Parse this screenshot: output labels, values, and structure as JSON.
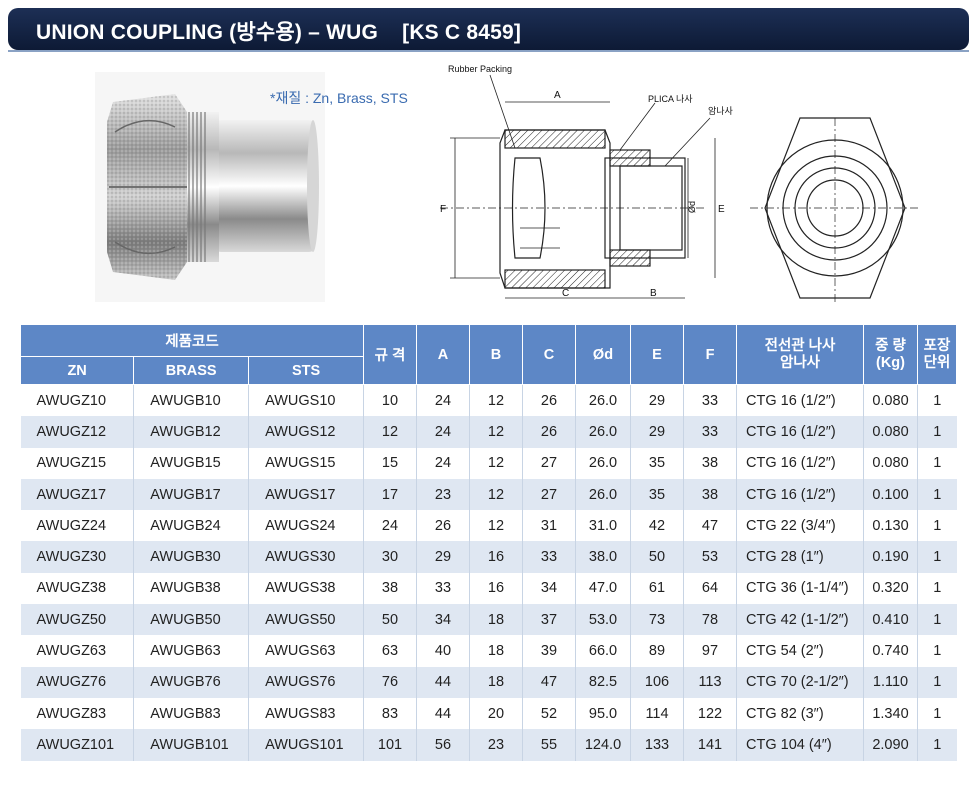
{
  "header": {
    "title": "UNION COUPLING (방수용) – WUG    [KS C 8459]"
  },
  "material": "*재질 : Zn, Brass, STS",
  "drawing": {
    "rubber_packing": "Rubber Packing",
    "plica": "PLICA 나사",
    "male": "암나사",
    "dims": {
      "A": "A",
      "B": "B",
      "C": "C",
      "F": "F",
      "E": "E",
      "d": "Ød"
    }
  },
  "table": {
    "group_header": "제품코드",
    "sub_headers": [
      "ZN",
      "BRASS",
      "STS"
    ],
    "headers": [
      "규 격",
      "A",
      "B",
      "C",
      "Ød",
      "E",
      "F",
      "전선관 나사\n암나사",
      "중 량\n(Kg)",
      "포장\n단위"
    ],
    "rows": [
      [
        "AWUGZ10",
        "AWUGB10",
        "AWUGS10",
        "10",
        "24",
        "12",
        "26",
        "26.0",
        "29",
        "33",
        "CTG 16 (1/2″)",
        "0.080",
        "1"
      ],
      [
        "AWUGZ12",
        "AWUGB12",
        "AWUGS12",
        "12",
        "24",
        "12",
        "26",
        "26.0",
        "29",
        "33",
        "CTG 16 (1/2″)",
        "0.080",
        "1"
      ],
      [
        "AWUGZ15",
        "AWUGB15",
        "AWUGS15",
        "15",
        "24",
        "12",
        "27",
        "26.0",
        "35",
        "38",
        "CTG 16 (1/2″)",
        "0.080",
        "1"
      ],
      [
        "AWUGZ17",
        "AWUGB17",
        "AWUGS17",
        "17",
        "23",
        "12",
        "27",
        "26.0",
        "35",
        "38",
        "CTG 16 (1/2″)",
        "0.100",
        "1"
      ],
      [
        "AWUGZ24",
        "AWUGB24",
        "AWUGS24",
        "24",
        "26",
        "12",
        "31",
        "31.0",
        "42",
        "47",
        "CTG 22 (3/4″)",
        "0.130",
        "1"
      ],
      [
        "AWUGZ30",
        "AWUGB30",
        "AWUGS30",
        "30",
        "29",
        "16",
        "33",
        "38.0",
        "50",
        "53",
        "CTG 28 (1″)",
        "0.190",
        "1"
      ],
      [
        "AWUGZ38",
        "AWUGB38",
        "AWUGS38",
        "38",
        "33",
        "16",
        "34",
        "47.0",
        "61",
        "64",
        "CTG 36 (1-1/4″)",
        "0.320",
        "1"
      ],
      [
        "AWUGZ50",
        "AWUGB50",
        "AWUGS50",
        "50",
        "34",
        "18",
        "37",
        "53.0",
        "73",
        "78",
        "CTG 42 (1-1/2″)",
        "0.410",
        "1"
      ],
      [
        "AWUGZ63",
        "AWUGB63",
        "AWUGS63",
        "63",
        "40",
        "18",
        "39",
        "66.0",
        "89",
        "97",
        "CTG 54 (2″)",
        "0.740",
        "1"
      ],
      [
        "AWUGZ76",
        "AWUGB76",
        "AWUGS76",
        "76",
        "44",
        "18",
        "47",
        "82.5",
        "106",
        "113",
        "CTG 70 (2-1/2″)",
        "1.110",
        "1"
      ],
      [
        "AWUGZ83",
        "AWUGB83",
        "AWUGS83",
        "83",
        "44",
        "20",
        "52",
        "95.0",
        "114",
        "122",
        "CTG 82 (3″)",
        "1.340",
        "1"
      ],
      [
        "AWUGZ101",
        "AWUGB101",
        "AWUGS101",
        "101",
        "56",
        "23",
        "55",
        "124.0",
        "133",
        "141",
        "CTG 104 (4″)",
        "2.090",
        "1"
      ]
    ]
  },
  "colors": {
    "header_bg": "#13244a",
    "table_header": "#5d87c6",
    "row_alt": "#dfe7f2",
    "material_text": "#3a6bb0"
  }
}
